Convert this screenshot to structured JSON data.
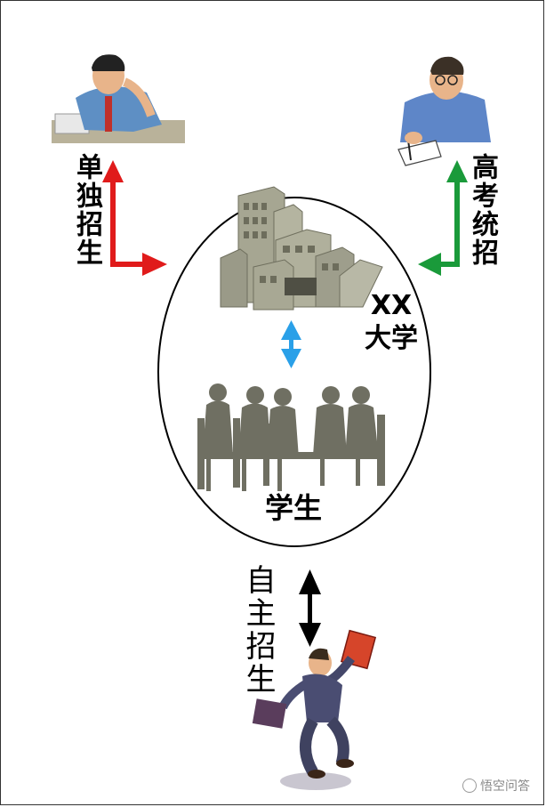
{
  "labels": {
    "left_path": "单独招生",
    "right_path": "高考统招",
    "bottom_path": "自主招生",
    "university_line1": "XX",
    "university_line2": "大学",
    "students": "学生"
  },
  "watermark": {
    "text": "悟空问答",
    "icon": "wukong-logo-icon"
  },
  "colors": {
    "left_arrow": "#e01b1b",
    "right_arrow": "#1a9a3a",
    "center_arrow": "#2aa0e8",
    "bottom_arrow": "#000000",
    "building": "#9a9a88",
    "silhouette": "#6f6f62"
  },
  "icons": {
    "top_left": "thinking-man-at-desk-icon",
    "top_right": "man-writing-at-desk-icon",
    "center": "university-buildings-icon",
    "students": "meeting-people-silhouette-icon",
    "bottom": "running-man-with-briefcase-icon"
  }
}
